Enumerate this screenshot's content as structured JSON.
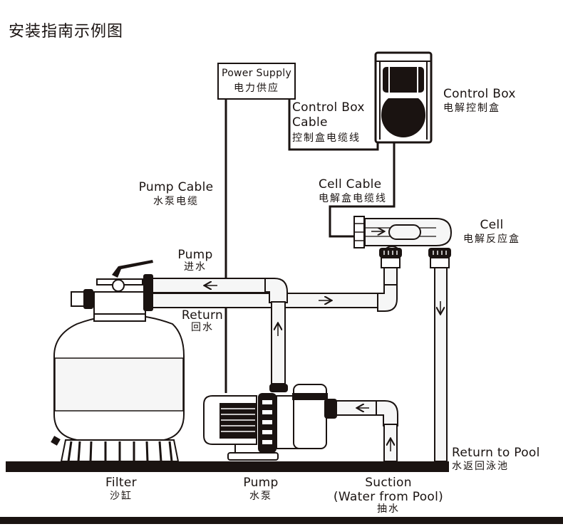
{
  "title": "安装指南示例图",
  "colors": {
    "ink": "#1a1311",
    "pipe_fill": "#f6f6f6",
    "background": "#ffffff"
  },
  "labels": {
    "power_supply": {
      "en": "Power Supply",
      "zh": "电力供应"
    },
    "control_box_cable": {
      "en_line1": "Control Box",
      "en_line2": "Cable",
      "zh": "控制盒电缆线"
    },
    "control_box": {
      "en": "Control Box",
      "zh": "电解控制盒"
    },
    "pump_cable": {
      "en": "Pump Cable",
      "zh": "水泵电缆"
    },
    "cell_cable": {
      "en": "Cell Cable",
      "zh": "电解盒电缆线"
    },
    "cell": {
      "en": "Cell",
      "zh": "电解反应盒"
    },
    "pump_in": {
      "en": "Pump",
      "zh": "进水"
    },
    "return": {
      "en": "Return",
      "zh": "回水"
    },
    "return_to_pool": {
      "en": "Return to Pool",
      "zh": "水返回泳池"
    },
    "filter": {
      "en": "Filter",
      "zh": "沙缸"
    },
    "pump": {
      "en": "Pump",
      "zh": "水泵"
    },
    "suction": {
      "en_line1": "Suction",
      "en_line2": "(Water from Pool)",
      "zh": "抽水"
    }
  },
  "flow_arrows": [
    {
      "pipe": "filter-to-pump-top",
      "direction": "left"
    },
    {
      "pipe": "return-to-cell",
      "direction": "right"
    },
    {
      "pipe": "pump-outlet-riser",
      "direction": "up"
    },
    {
      "pipe": "cell-return-down",
      "direction": "down"
    },
    {
      "pipe": "suction-horizontal",
      "direction": "left"
    },
    {
      "pipe": "suction-riser",
      "direction": "up"
    }
  ]
}
